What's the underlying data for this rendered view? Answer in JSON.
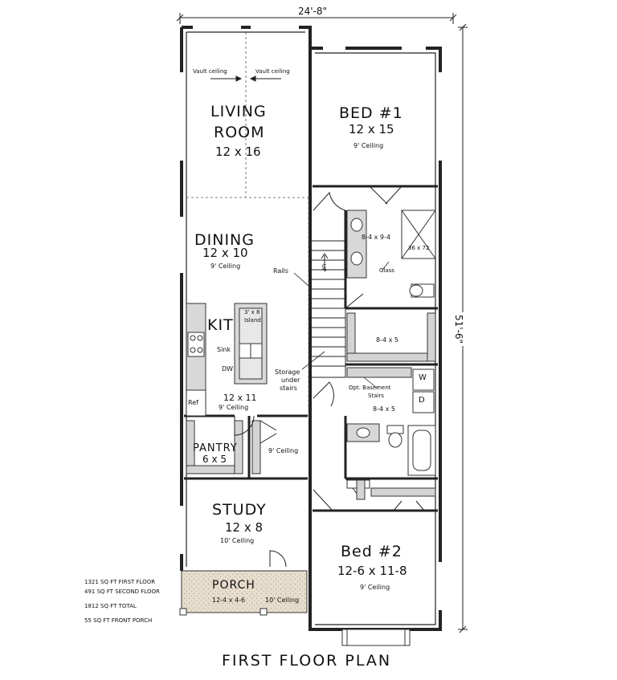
{
  "dimensions": {
    "width": "24'-8\"",
    "depth": "51'-6\""
  },
  "rooms": {
    "living": {
      "name_line1": "LIVING",
      "name_line2": "ROOM",
      "size": "12 x 16",
      "note_left": "Vault ceiling",
      "note_right": "Vault ceiling"
    },
    "dining": {
      "name": "DINING",
      "size": "12 x 10",
      "ceiling": "9' Ceiling"
    },
    "kitchen": {
      "name": "KIT",
      "size": "12 x 11",
      "ceiling": "9' Ceiling",
      "island_line1": "3' x 8",
      "island_line2": "Island",
      "sink": "Sink",
      "dw": "DW",
      "ref": "Ref"
    },
    "pantry": {
      "name": "PANTRY",
      "size": "6 x 5"
    },
    "hall_ceiling": "9' Ceiling",
    "study": {
      "name": "STUDY",
      "size": "12 x 8",
      "ceiling": "10' Ceiling"
    },
    "porch": {
      "name": "PORCH",
      "size": "12-4 x 4-6",
      "ceiling": "10' Ceiling"
    },
    "bed1": {
      "name": "BED #1",
      "size": "12 x 15",
      "ceiling": "9' Ceiling"
    },
    "bath1": {
      "size": "8-4 x 9-4",
      "shower": "36 x 72",
      "glass": "Glass"
    },
    "closet1": {
      "size": "8-4 x 5"
    },
    "laundry": {
      "w": "W",
      "d": "D",
      "basement": "Opt. Basement",
      "stairs": "Stairs"
    },
    "bath2": {
      "size": "8-4 x 5"
    },
    "bed2": {
      "name": "Bed #2",
      "size": "12-6 x 11-8",
      "ceiling": "9' Ceiling"
    }
  },
  "stairs": {
    "rails": "Rails",
    "up": "UP",
    "storage_line1": "Storage",
    "storage_line2": "under",
    "storage_line3": "stairs"
  },
  "stats": {
    "line1": "1321 SQ FT FIRST FLOOR",
    "line2": "491 SQ FT SECOND FLOOR",
    "line3": "1812 SQ FT TOTAL",
    "line4": "55 SQ FT FRONT PORCH"
  },
  "title": "FIRST FLOOR PLAN"
}
